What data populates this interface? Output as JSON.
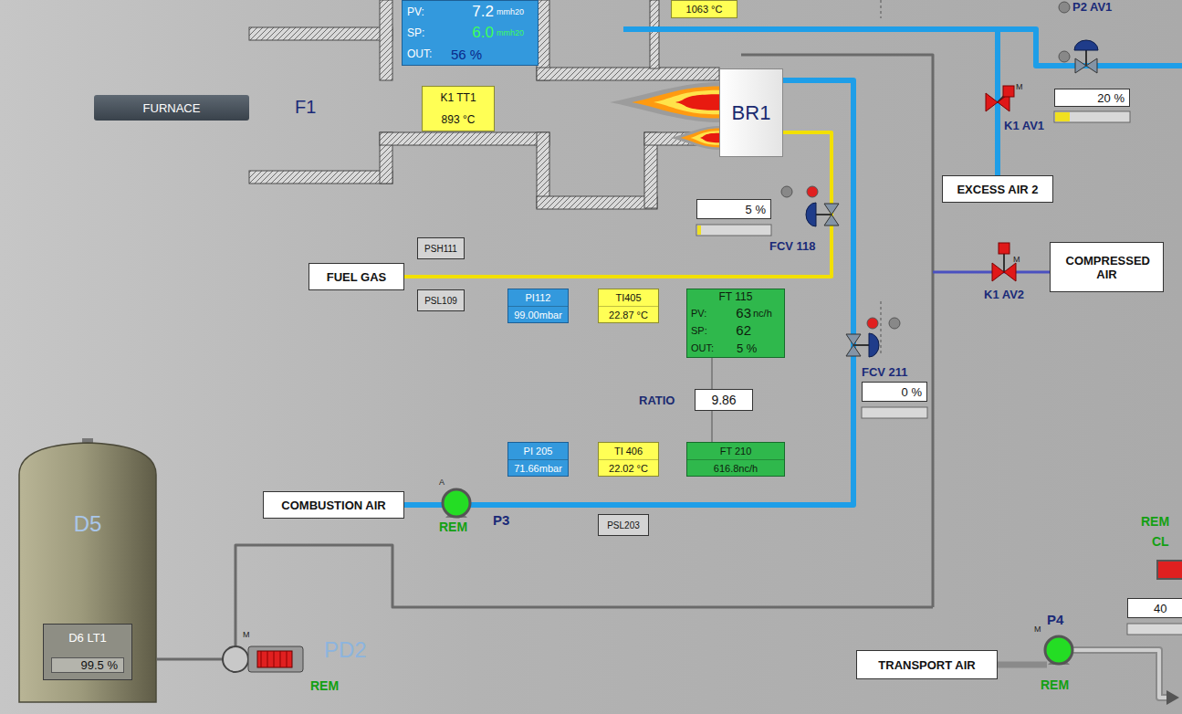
{
  "diagram": {
    "nodes": [
      {
        "text": [
          "PV:",
          "7.2",
          "mmh20",
          "SP:",
          "6.0",
          "mmh20",
          "OUT:",
          "56 %"
        ]
      },
      {
        "text": [
          "1063 °C"
        ]
      },
      {
        "text": [
          "20 %"
        ]
      },
      {
        "text": [
          "FURNACE"
        ]
      },
      {
        "text": [
          "K1 TT1",
          "893 °C"
        ]
      },
      {
        "text": [
          "BR1"
        ]
      },
      {
        "text": [
          "5 %"
        ]
      },
      {
        "text": [
          "EXCESS AIR 2"
        ]
      },
      {
        "text": [
          "PSH111"
        ]
      },
      {
        "text": [
          "FUEL GAS"
        ]
      },
      {
        "text": [
          "COMPRESSED AIR"
        ]
      },
      {
        "text": [
          "PSL109"
        ]
      },
      {
        "text": [
          "PI112",
          "99.00mbar"
        ]
      },
      {
        "text": [
          "TI405",
          "22.87 °C"
        ]
      },
      {
        "text": [
          "FT 115",
          "PV:",
          "63",
          "nc/h",
          "SP:",
          "62",
          "OUT:",
          "5 %"
        ]
      },
      {
        "text": [
          "0 %"
        ]
      },
      {
        "text": [
          "RATIO",
          "9.86"
        ]
      },
      {
        "text": [
          "PI 205",
          "71.66mbar"
        ]
      },
      {
        "text": [
          "TI 406",
          "22.02 °C"
        ]
      },
      {
        "text": [
          "FT 210",
          "616.8nc/h"
        ]
      },
      {
        "text": [
          "COMBUSTION AIR"
        ]
      },
      {
        "text": [
          "PSL203"
        ]
      },
      {
        "text": [
          "D5"
        ]
      },
      {
        "text": [
          "D6 LT1",
          "99.5 %"
        ],
        "in": 22
      },
      {
        "text": [
          "TRANSPORT AIR"
        ]
      },
      {
        "text": [
          "40"
        ]
      }
    ],
    "edges": [
      {
        "from": 9,
        "to": 5,
        "arrow": "none"
      },
      {
        "from": 20,
        "to": 5,
        "arrow": "none"
      },
      {
        "from": 14,
        "to": 16,
        "arrow": "none"
      },
      {
        "from": 16,
        "to": 19,
        "arrow": "none"
      }
    ],
    "labels": [
      "P2 AV1",
      "F1",
      "M",
      "K1 AV1",
      "FCV 118",
      "M",
      "K1 AV2",
      "FCV 211",
      "A",
      "REM",
      "P3",
      "REM",
      "CL",
      "M",
      "PD2",
      "REM",
      "P4",
      "M",
      "REM"
    ]
  }
}
